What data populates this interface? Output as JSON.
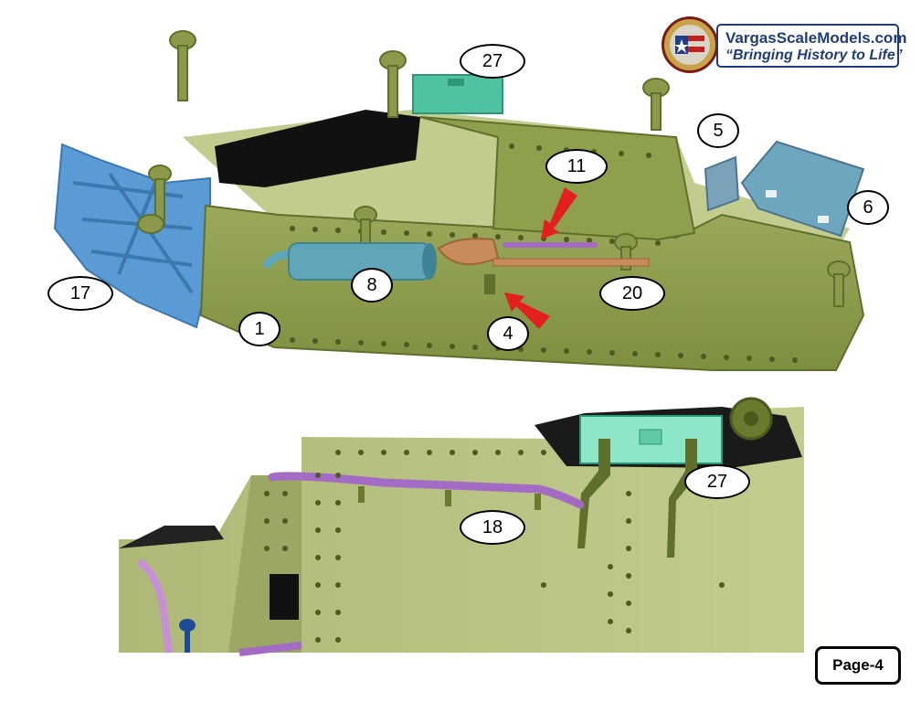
{
  "header": {
    "logo_name": "VargasScaleModels.com",
    "logo_tagline": "“Bringing History to Life”"
  },
  "callouts": {
    "top": [
      "27",
      "5",
      "11",
      "6",
      "17",
      "8",
      "20",
      "1",
      "4"
    ],
    "detail": [
      "27",
      "18"
    ]
  },
  "footer": {
    "page_label": "Page-4"
  },
  "colors": {
    "hull_green": "#8a9a4a",
    "hull_dark": "#5f6f2c",
    "panel_light": "#c3cc8f",
    "blue_part": "#5b9bd5",
    "teal_part": "#4fc3a1",
    "muffler": "#5fa6b8",
    "shovel": "#c88b5a",
    "purple_part": "#a36bc4",
    "arrow_red": "#e41f1f",
    "logo_blue": "#1f3d7a"
  },
  "icons": [
    "logo-seal-icon",
    "red-arrow-icon"
  ]
}
